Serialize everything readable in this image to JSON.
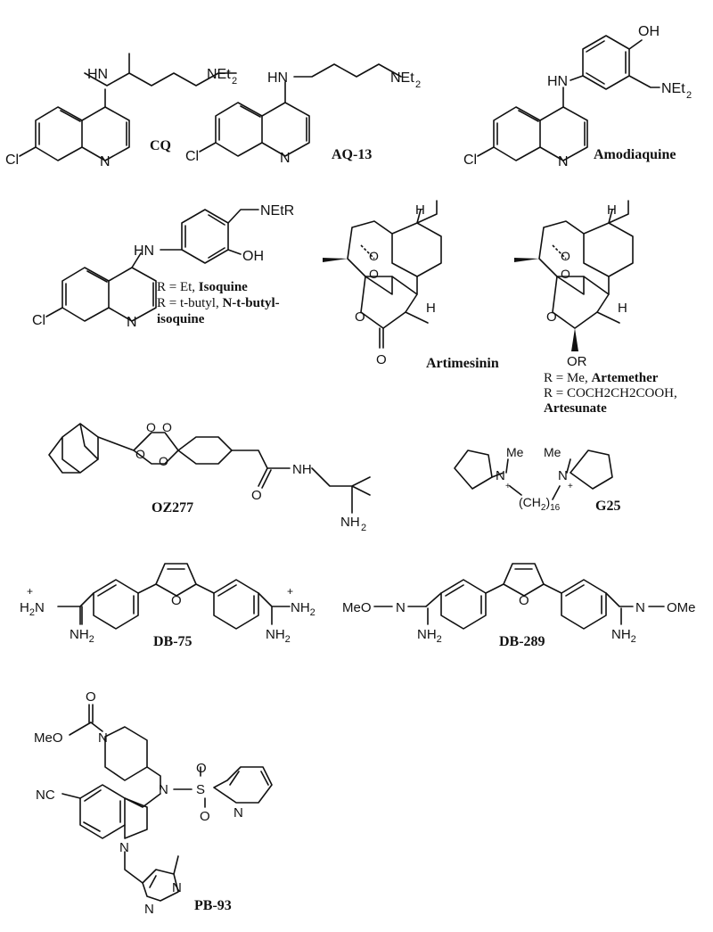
{
  "compounds": {
    "cq": {
      "name": "CQ",
      "atoms": {
        "hn": "HN",
        "net2": "NEt",
        "net2_sub": "2",
        "cl": "Cl",
        "n": "N"
      }
    },
    "aq13": {
      "name": "AQ-13",
      "atoms": {
        "hn": "HN",
        "net2": "NEt",
        "net2_sub": "2",
        "cl": "Cl",
        "n": "N"
      }
    },
    "amodiaquine": {
      "name": "Amodiaquine",
      "atoms": {
        "oh": "OH",
        "hn": "HN",
        "net2": "NEt",
        "net2_sub": "2",
        "cl": "Cl",
        "n": "N"
      }
    },
    "isoquine": {
      "atoms": {
        "netr": "NEtR",
        "hn": "HN",
        "oh": "OH",
        "cl": "Cl",
        "n": "N"
      },
      "note1_prefix": "R = Et, ",
      "note1_name": "Isoquine",
      "note2_prefix": "R = t-butyl, ",
      "note2_name": "N-t-butyl-",
      "note3_name": "isoquine"
    },
    "artemisinin": {
      "name": "Artimesinin",
      "atoms": {
        "h1": "H",
        "h2": "H",
        "o1": "O",
        "o2": "O",
        "o3": "O",
        "o4": "O"
      }
    },
    "artemether": {
      "atoms": {
        "h1": "H",
        "h2": "H",
        "o1": "O",
        "o2": "O",
        "o3": "O",
        "or": "OR"
      },
      "note1_prefix": "R = Me, ",
      "note1_name": "Artemether",
      "note2": "R = COCH2CH2COOH,",
      "note3_name": "Artesunate"
    },
    "oz277": {
      "name": "OZ277",
      "atoms": {
        "o1": "O",
        "o2": "O",
        "o3": "O",
        "o4": "O",
        "o5": "O",
        "nh": "NH",
        "nh2": "NH",
        "nh2_sub": "2"
      }
    },
    "g25": {
      "name": "G25",
      "atoms": {
        "me1": "Me",
        "me2": "Me",
        "n1": "N",
        "n2": "N",
        "ch2": "(CH",
        "ch2_sub1": "2",
        "ch2_close": ")",
        "ch2_sub2": "16",
        "plus1": "+",
        "plus2": "+"
      }
    },
    "db75": {
      "name": "DB-75",
      "atoms": {
        "h2n": "H",
        "h2n_sub": "2",
        "h2n_n": "N",
        "nh2_1": "NH",
        "nh2_2": "NH",
        "nh2_3": "NH",
        "sub2": "2",
        "o": "O",
        "plus1": "+",
        "plus2": "+"
      }
    },
    "db289": {
      "name": "DB-289",
      "atoms": {
        "meo": "MeO",
        "n1": "N",
        "n2": "N",
        "ome": "OMe",
        "nh2_1": "NH",
        "nh2_2": "NH",
        "sub2": "2",
        "o": "O"
      }
    },
    "pb93": {
      "name": "PB-93",
      "atoms": {
        "o1": "O",
        "meo": "MeO",
        "n1": "N",
        "n2": "N",
        "s": "S",
        "o2": "O",
        "o3": "O",
        "nc": "NC",
        "n3": "N",
        "n4": "N",
        "n5": "N",
        "n6": "N"
      }
    }
  }
}
